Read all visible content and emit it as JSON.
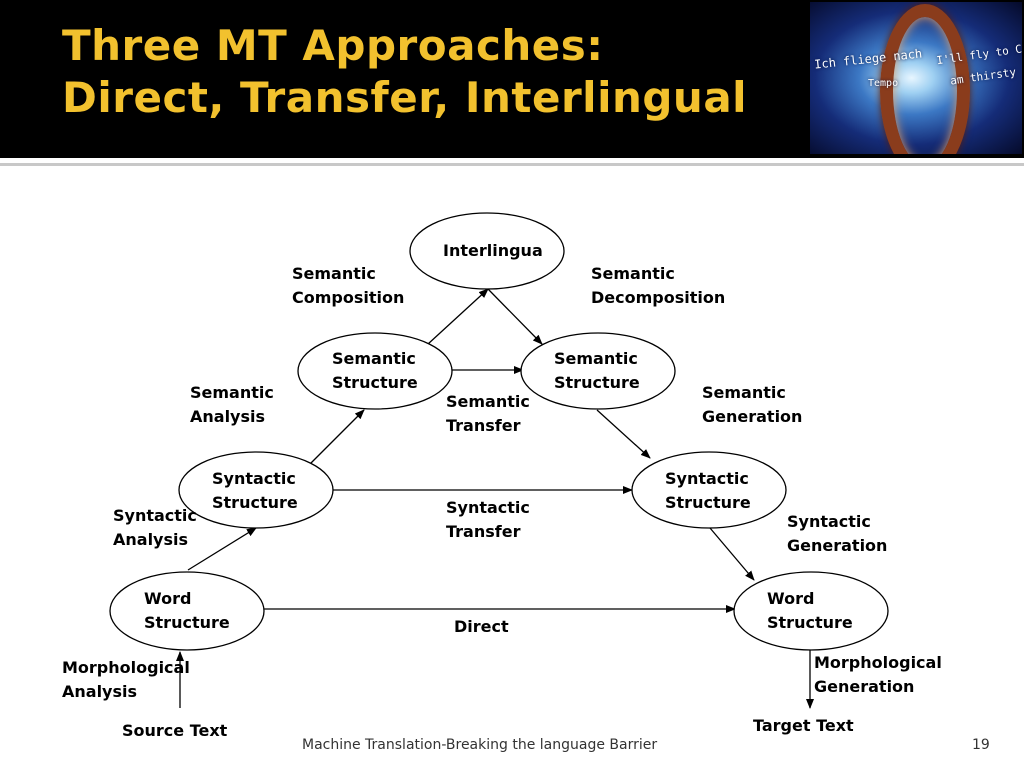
{
  "slide": {
    "title_lines": [
      "Three MT Approaches:",
      "Direct, Transfer, Interlingual"
    ],
    "footer": "Machine Translation-Breaking the language Barrier",
    "page_number": "19",
    "title_color": "#f2c12e",
    "header_bg": "#000000"
  },
  "photo": {
    "text_left_1": "Ich fliege nach",
    "text_left_2": "Tempo",
    "text_right_1": "I'll fly to Canada",
    "text_right_2": "am thirsty"
  },
  "nodes": {
    "interlingua": [
      "Interlingua"
    ],
    "sem_src": [
      "Semantic",
      "Structure"
    ],
    "sem_tgt": [
      "Semantic",
      "Structure"
    ],
    "syn_src": [
      "Syntactic",
      "Structure"
    ],
    "syn_tgt": [
      "Syntactic",
      "Structure"
    ],
    "word_src": [
      "Word",
      "Structure"
    ],
    "word_tgt": [
      "Word",
      "Structure"
    ]
  },
  "labels": {
    "semantic_composition": [
      "Semantic",
      "Composition"
    ],
    "semantic_decomposition": [
      "Semantic",
      "Decomposition"
    ],
    "semantic_analysis": [
      "Semantic",
      "Analysis"
    ],
    "semantic_transfer": [
      "Semantic",
      "Transfer"
    ],
    "semantic_generation": [
      "Semantic",
      "Generation"
    ],
    "syntactic_analysis": [
      "Syntactic",
      "Analysis"
    ],
    "syntactic_transfer": [
      "Syntactic",
      "Transfer"
    ],
    "syntactic_generation": [
      "Syntactic",
      "Generation"
    ],
    "direct": [
      "Direct"
    ],
    "morph_analysis": [
      "Morphological",
      "Analysis"
    ],
    "morph_generation": [
      "Morphological",
      "Generation"
    ],
    "source_text": [
      "Source Text"
    ],
    "target_text": [
      "Target Text"
    ]
  }
}
